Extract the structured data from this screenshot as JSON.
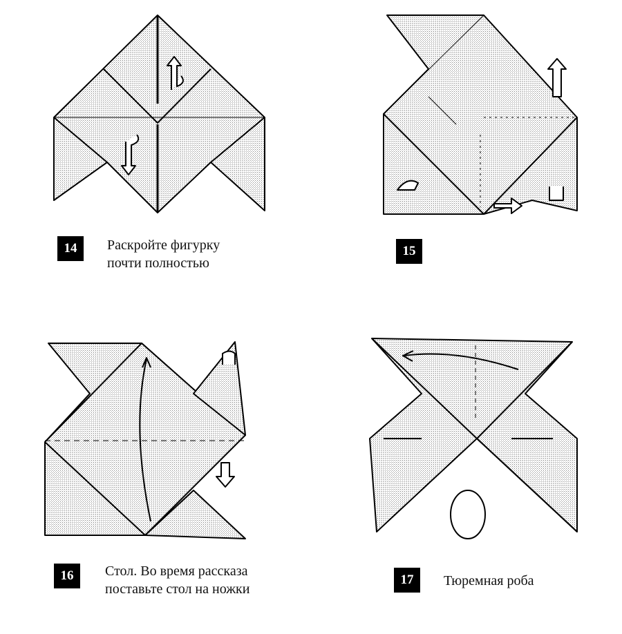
{
  "steps": [
    {
      "number": "14",
      "caption_lines": [
        "Раскройте фигурку",
        "почти полностью"
      ]
    },
    {
      "number": "15",
      "caption_lines": []
    },
    {
      "number": "16",
      "caption_lines": [
        "Стол. Во время рассказа",
        "поставьте стол на ножки"
      ]
    },
    {
      "number": "17",
      "caption_lines": [
        "Тюремная роба"
      ]
    }
  ],
  "colors": {
    "paper_fill": "#d9d9d9",
    "line": "#000000"
  }
}
